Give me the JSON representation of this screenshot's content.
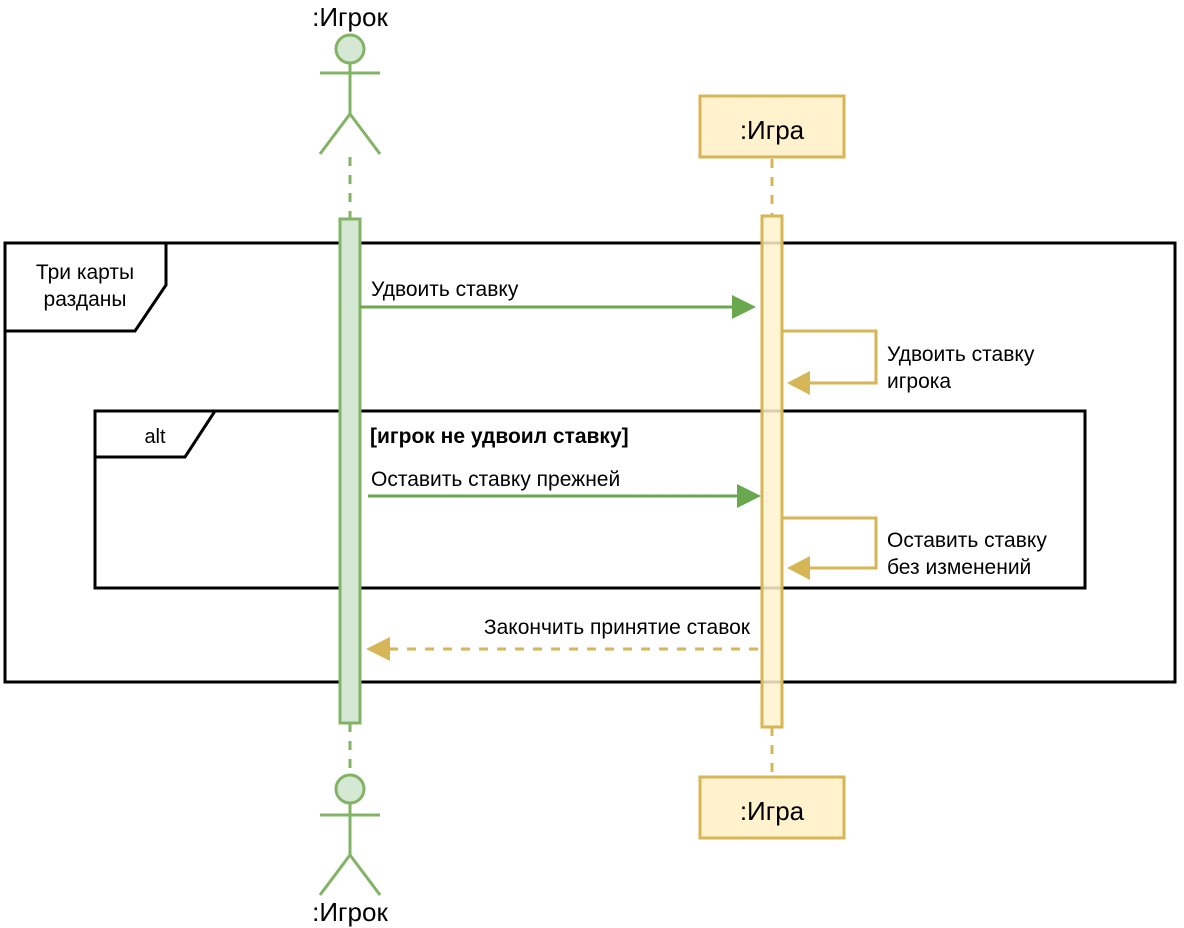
{
  "actor": {
    "name_top": ":Игрок",
    "name_bottom": ":Игрок"
  },
  "game": {
    "name_top": ":Игра",
    "name_bottom": ":Игра"
  },
  "outer_fragment": {
    "label_line1": "Три карты",
    "label_line2": "разданы"
  },
  "alt_fragment": {
    "operator": "alt",
    "guard": "[игрок не удвоил ставку]"
  },
  "messages": {
    "double_bet": "Удвоить ставку",
    "self_double_line1": "Удвоить ставку",
    "self_double_line2": "игрока",
    "keep_bet": "Оставить ставку прежней",
    "self_keep_line1": "Оставить ставку",
    "self_keep_line2": "без изменений",
    "end_betting": "Закончить принятие ставок"
  },
  "colors": {
    "actor_stroke": "#82b366",
    "actor_fill": "#d5e8d4",
    "game_stroke": "#d6b656",
    "game_fill": "#fff2cc",
    "message_green": "#6aa84f",
    "message_gold": "#d6b656",
    "frame": "#000000"
  }
}
